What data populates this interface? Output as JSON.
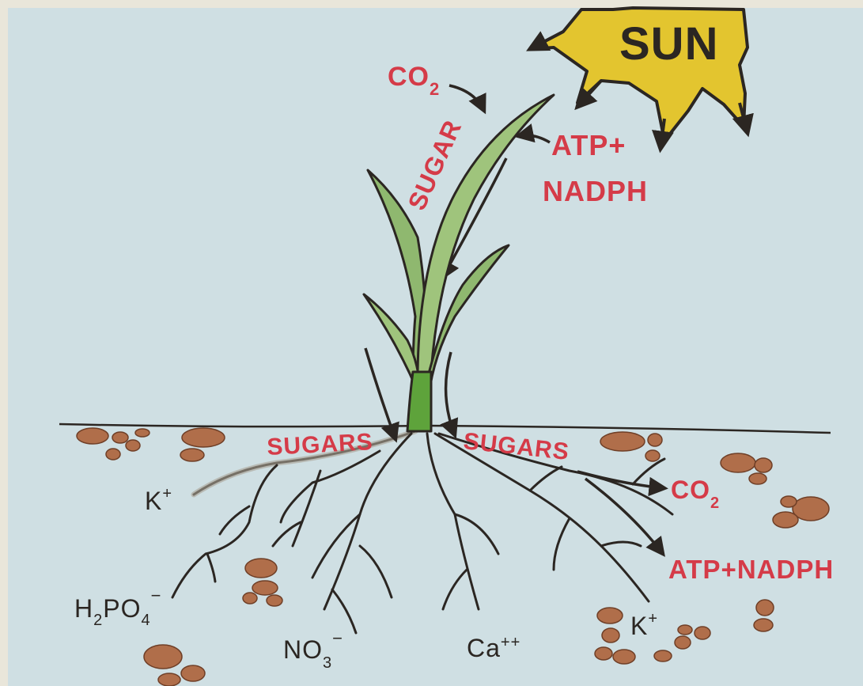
{
  "diagram": {
    "sun_label": "SUN",
    "atmosphere": {
      "co2": "CO",
      "co2_sub": "2",
      "atp": "ATP+",
      "nadph": "NADPH",
      "sugar": "SUGAR"
    },
    "soil": {
      "sugars_left": "SUGARS",
      "sugars_right": "SUGARS",
      "co2": "CO",
      "co2_sub": "2",
      "atp_nadph": "ATP+NADPH",
      "ions": {
        "k_left": "K",
        "k_left_sup": "+",
        "h2po4_a": "H",
        "h2po4_sub1": "2",
        "h2po4_b": "PO",
        "h2po4_sub2": "4",
        "h2po4_sup": "−",
        "no3": "NO",
        "no3_sub": "3",
        "no3_sup": "−",
        "ca": "Ca",
        "ca_sup": "++",
        "k_right": "K",
        "k_right_sup": "+"
      }
    },
    "colors": {
      "sky": "#cfdfe3",
      "frame": "#e9e6da",
      "sun": "#e3c52f",
      "leaf": "#8fb86f",
      "label_red": "#d53b48",
      "ink": "#2b2622",
      "pebble": "#b06e4a",
      "root": "#7a7469"
    }
  }
}
